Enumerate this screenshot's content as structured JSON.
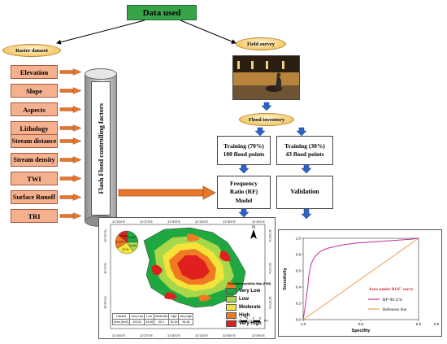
{
  "title": "Data used",
  "raster": {
    "label": "Raster dataset",
    "factors": [
      "Elevation",
      "Slope",
      "Aspects",
      "Lithology",
      "Stream distance",
      "Stream density",
      "TWI",
      "Surface Runoff",
      "TRI"
    ]
  },
  "cylinder_label": "Flash Flood controlling factors",
  "field_survey": "Field survey",
  "flood_inventory": "Flood inventory",
  "training": {
    "line1": "Training (70%)",
    "line2": "100 flood points"
  },
  "testing": {
    "line1": "Training (30%)",
    "line2": "43 flood points"
  },
  "model": {
    "line1": "Frequency",
    "line2": "Ratio (RF)",
    "line3": "Model"
  },
  "validation": "Validation",
  "map": {
    "top_ticks": [
      "31°24'0\"E",
      "31°27'0\"E",
      "31°30'0\"E",
      "31°33'0\"E",
      "31°36'0\"E",
      "31°39'0\"E"
    ],
    "bottom_ticks": [
      "31°24'0\"E",
      "31°27'0\"E",
      "31°30'0\"E",
      "31°33'0\"E",
      "31°36'0\"E",
      "31°39'0\"E"
    ],
    "left_ticks": [
      "30°03'0\"N",
      "30°0'0\"N",
      "29°57'0\"N"
    ],
    "right_ticks": [
      "30°03'0\"N",
      "30°0'0\"N",
      "29°57'0\"N"
    ],
    "legend_title": "Flood Susceptibility Map (FSM)",
    "legend": [
      {
        "label": "Very Low",
        "color": "#20a840"
      },
      {
        "label": "Low",
        "color": "#a8d84a"
      },
      {
        "label": "Moderate",
        "color": "#f4e43a"
      },
      {
        "label": "High",
        "color": "#f07a22"
      },
      {
        "label": "Very High",
        "color": "#e0201e"
      }
    ],
    "pie": [
      {
        "label": "24.63%",
        "value": 24.63,
        "color": "#20a840"
      },
      {
        "label": "15.43%",
        "value": 15.43,
        "color": "#a8d84a"
      },
      {
        "label": "26.1%",
        "value": 26.1,
        "color": "#f4e43a"
      },
      {
        "label": "20.33%",
        "value": 20.33,
        "color": "#f07a22"
      },
      {
        "label": "13.51%",
        "value": 13.51,
        "color": "#e0201e"
      }
    ],
    "table": {
      "headers": [
        "Hazard",
        "Very Low",
        "Low",
        "Moderate",
        "High",
        "Very high"
      ],
      "row_label": "Area (Km2)",
      "values": [
        "103.02",
        "34.08",
        "65.1",
        "26.16",
        "96.36"
      ]
    },
    "scale": {
      "ticks": [
        "0",
        "1",
        "2",
        "4",
        "6",
        "8"
      ],
      "unit": "Km"
    },
    "north": "N"
  },
  "roc": {
    "ylabel": "Sensitivity",
    "xlabel": "Specifity",
    "yticks": [
      "0.0",
      "0.2",
      "0.4",
      "0.6",
      "0.8",
      "1.0"
    ],
    "xticks": [
      "1.0",
      "0.5",
      "0.0"
    ],
    "xticks_right": "0.5",
    "title": "Area under ROC curve",
    "rf_label": "RF=90.11%",
    "ref_label": "Referance line",
    "rf_color": "#c0309a",
    "ref_color": "#f0a050"
  },
  "chart_data": {
    "type": "line",
    "title": "Area under ROC curve",
    "xlabel": "Specifity",
    "ylabel": "Sensitivity",
    "ylim": [
      0,
      1
    ],
    "series": [
      {
        "name": "RF=90.11%",
        "x": [
          1.0,
          0.98,
          0.96,
          0.95,
          0.94,
          0.93,
          0.92,
          0.9,
          0.88,
          0.85,
          0.82,
          0.78,
          0.72,
          0.65,
          0.55,
          0.45,
          0.35,
          0.25,
          0.15,
          0.05,
          0.0
        ],
        "y": [
          0.0,
          0.18,
          0.4,
          0.55,
          0.62,
          0.68,
          0.72,
          0.77,
          0.8,
          0.84,
          0.86,
          0.88,
          0.9,
          0.92,
          0.94,
          0.95,
          0.96,
          0.97,
          0.98,
          0.99,
          1.0
        ]
      },
      {
        "name": "Referance line",
        "x": [
          1.0,
          0.0
        ],
        "y": [
          0.0,
          1.0
        ]
      }
    ]
  }
}
